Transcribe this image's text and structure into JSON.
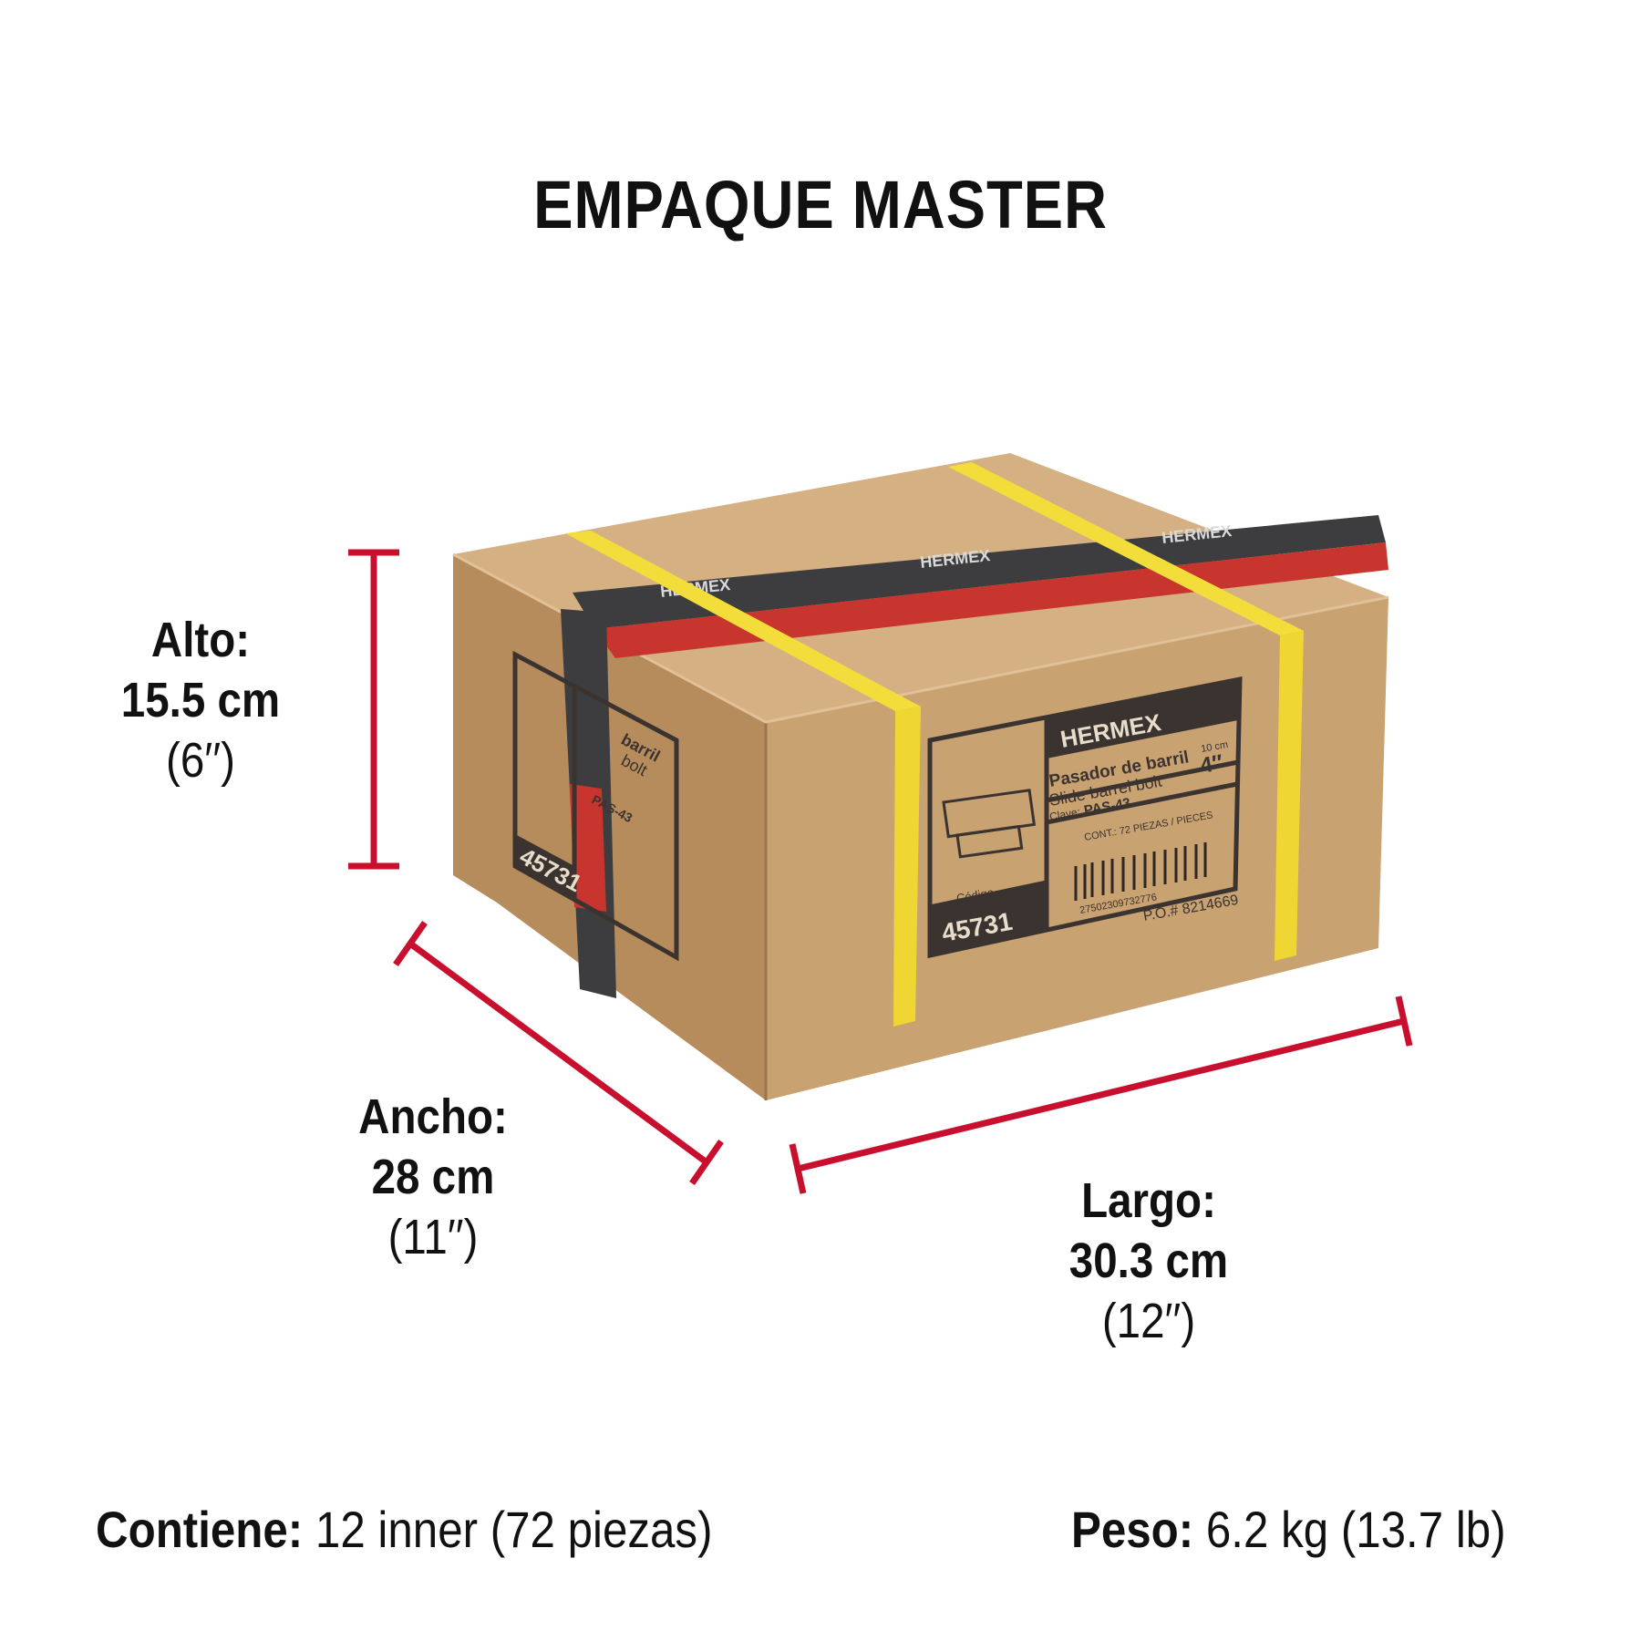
{
  "title": "EMPAQUE MASTER",
  "dimensions": {
    "alto": {
      "label": "Alto:",
      "value": "15.5 cm",
      "imperial": "(6′′)"
    },
    "ancho": {
      "label": "Ancho:",
      "value": "28 cm",
      "imperial": "(11′′)"
    },
    "largo": {
      "label": "Largo:",
      "value": "30.3 cm",
      "imperial": "(12′′)"
    }
  },
  "footer": {
    "contiene_label": "Contiene:",
    "contiene_value": "12 inner (72 piezas)",
    "peso_label": "Peso:",
    "peso_value": "6.2 kg (13.7 lb)"
  },
  "box_label": {
    "brand": "HERMEX",
    "product_es": "Pasador de barril",
    "product_en": "Slide barrel bolt",
    "size_cm": "10 cm",
    "size_in": "4″",
    "clave_label": "Clave:",
    "clave": "PAS-43",
    "cont": "CONT.: 72 PIEZAS / PIECES",
    "barcode_number": "27502309732776",
    "codigo_label": "Código",
    "codigo": "45731",
    "po": "P.O.# 8214669",
    "side_codigo": "45731",
    "side_product": "barril",
    "side_bolt": "bolt",
    "side_clave": "PAS-43",
    "tape_text": "HERMEX"
  },
  "colors": {
    "measure_line": "#c8102e",
    "box_front": "#c9a273",
    "box_side": "#b58b5c",
    "box_top": "#d2ad80",
    "strap": "#f3e03a",
    "tape_dark": "#3a3a3c",
    "tape_red": "#c9302c"
  }
}
